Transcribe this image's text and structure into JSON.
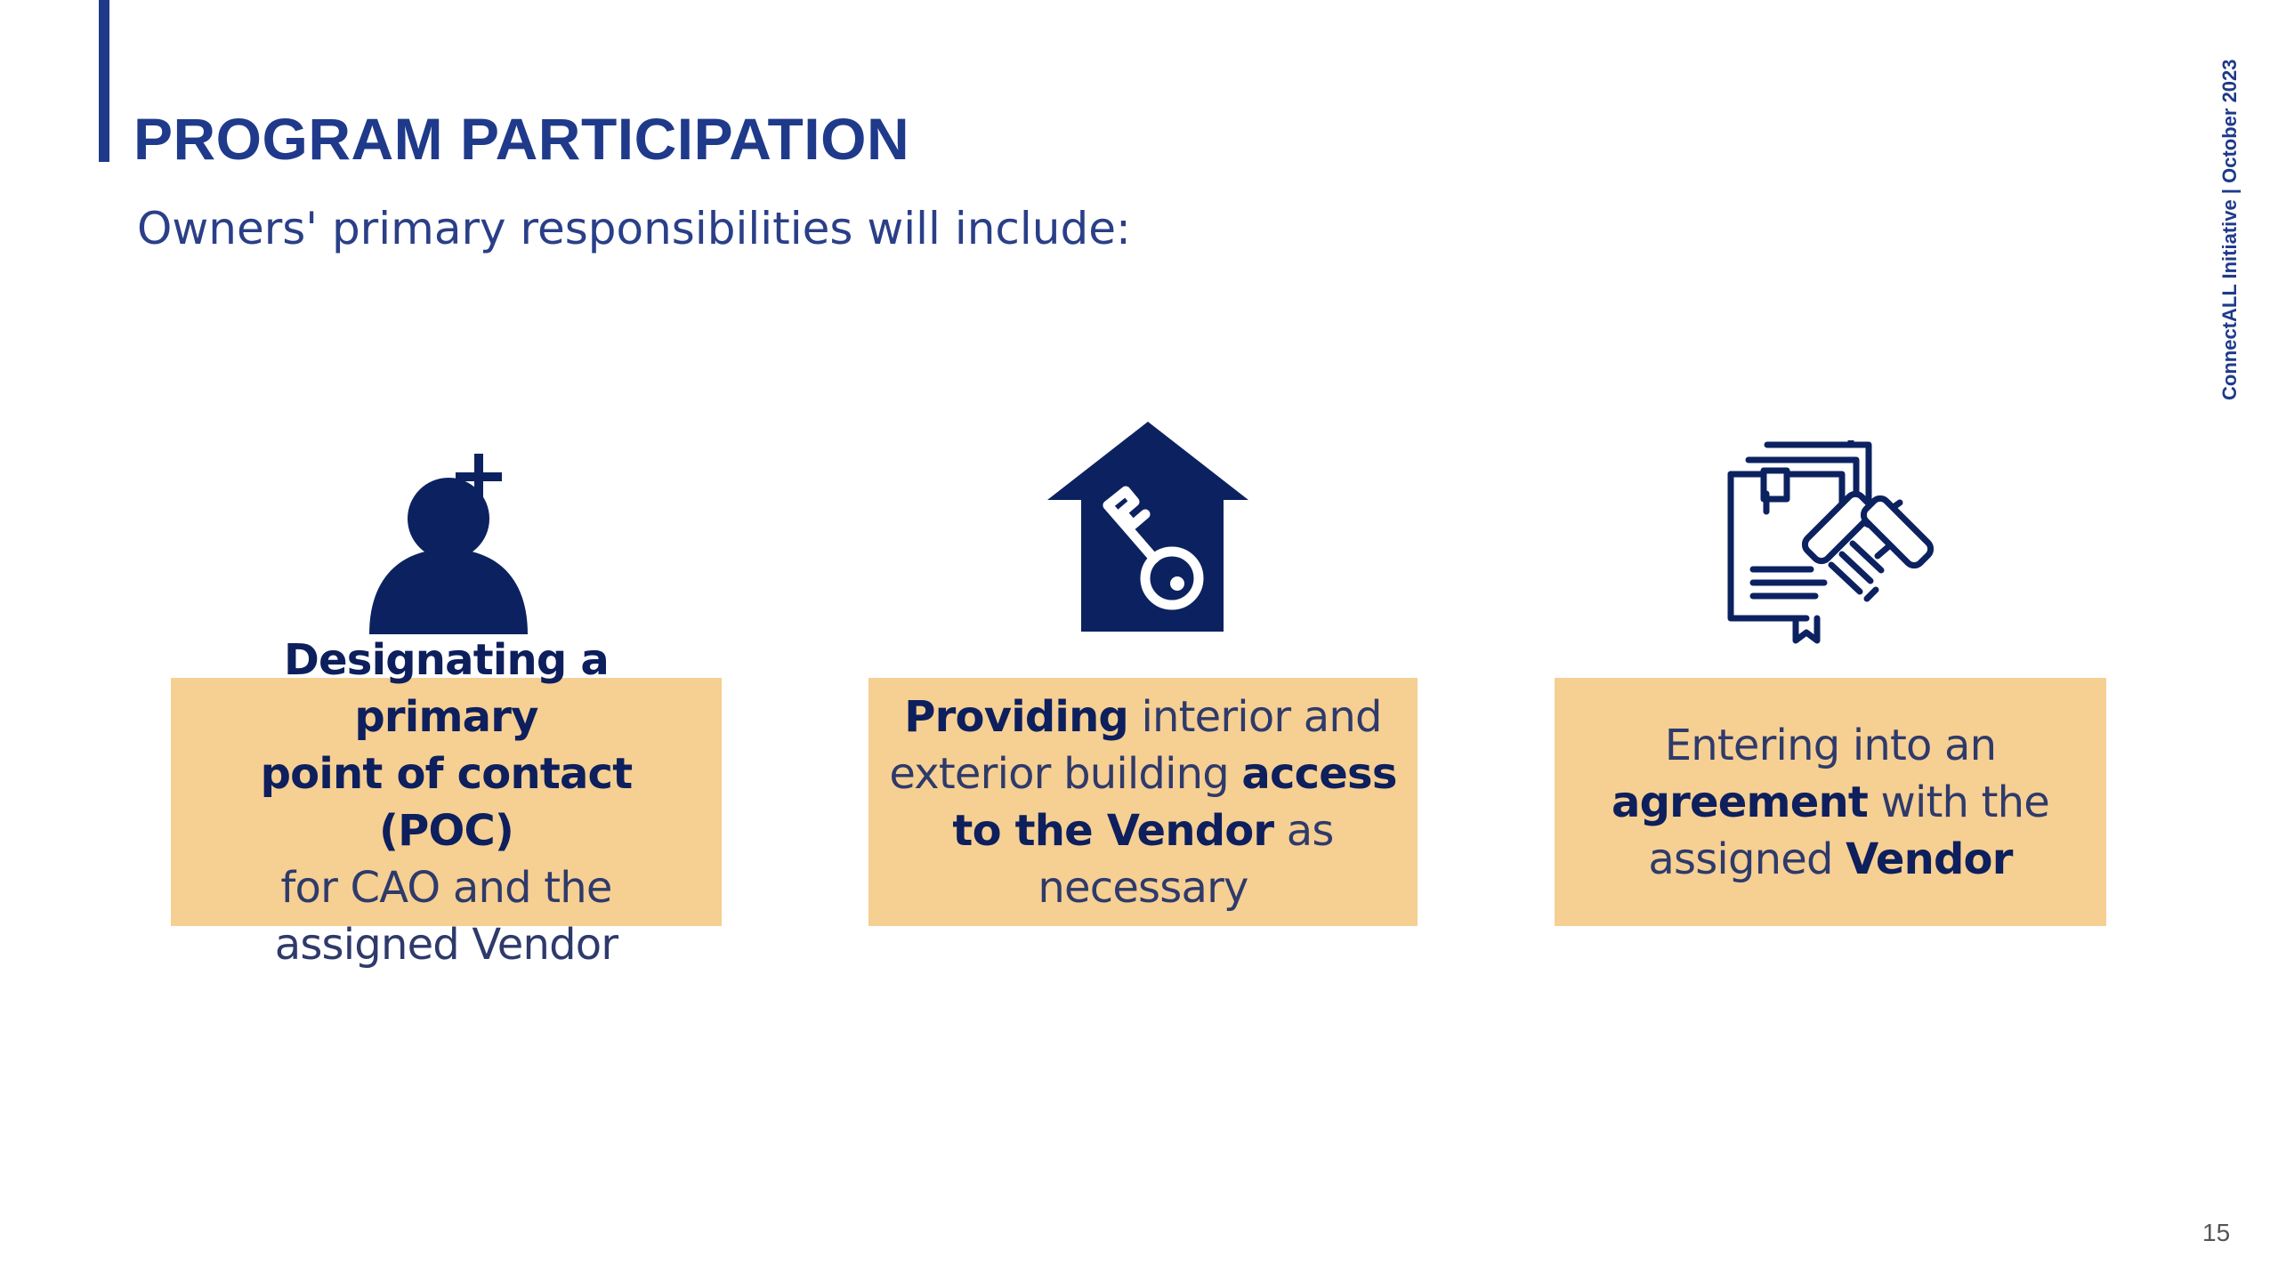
{
  "slide": {
    "title": "PROGRAM PARTICIPATION",
    "subtitle": "Owners' primary responsibilities will include:",
    "side_label": "ConnectALL Initiative | October 2023",
    "page_number": "15"
  },
  "colors": {
    "accent": "#1f3a8a",
    "icon": "#0c2260",
    "card_background": "#f6cf93"
  },
  "cards": [
    {
      "icon": "person-add-icon",
      "line1_bold": "Designating a primary",
      "line2_bold": "point of contact (POC)",
      "line3": "for CAO and the",
      "line4": "assigned Vendor"
    },
    {
      "icon": "house-key-icon",
      "line1_bold": "Providing",
      "line1_rest": " interior and",
      "line2_start": "exterior building ",
      "line2_bold": "access",
      "line3_bold": "to the Vendor",
      "line3_rest": " as",
      "line4": "necessary"
    },
    {
      "icon": "agreement-handshake-icon",
      "line1": "Entering into an",
      "line2_bold": "agreement",
      "line2_rest": " with the",
      "line3_start": "assigned ",
      "line3_bold": "Vendor"
    }
  ]
}
